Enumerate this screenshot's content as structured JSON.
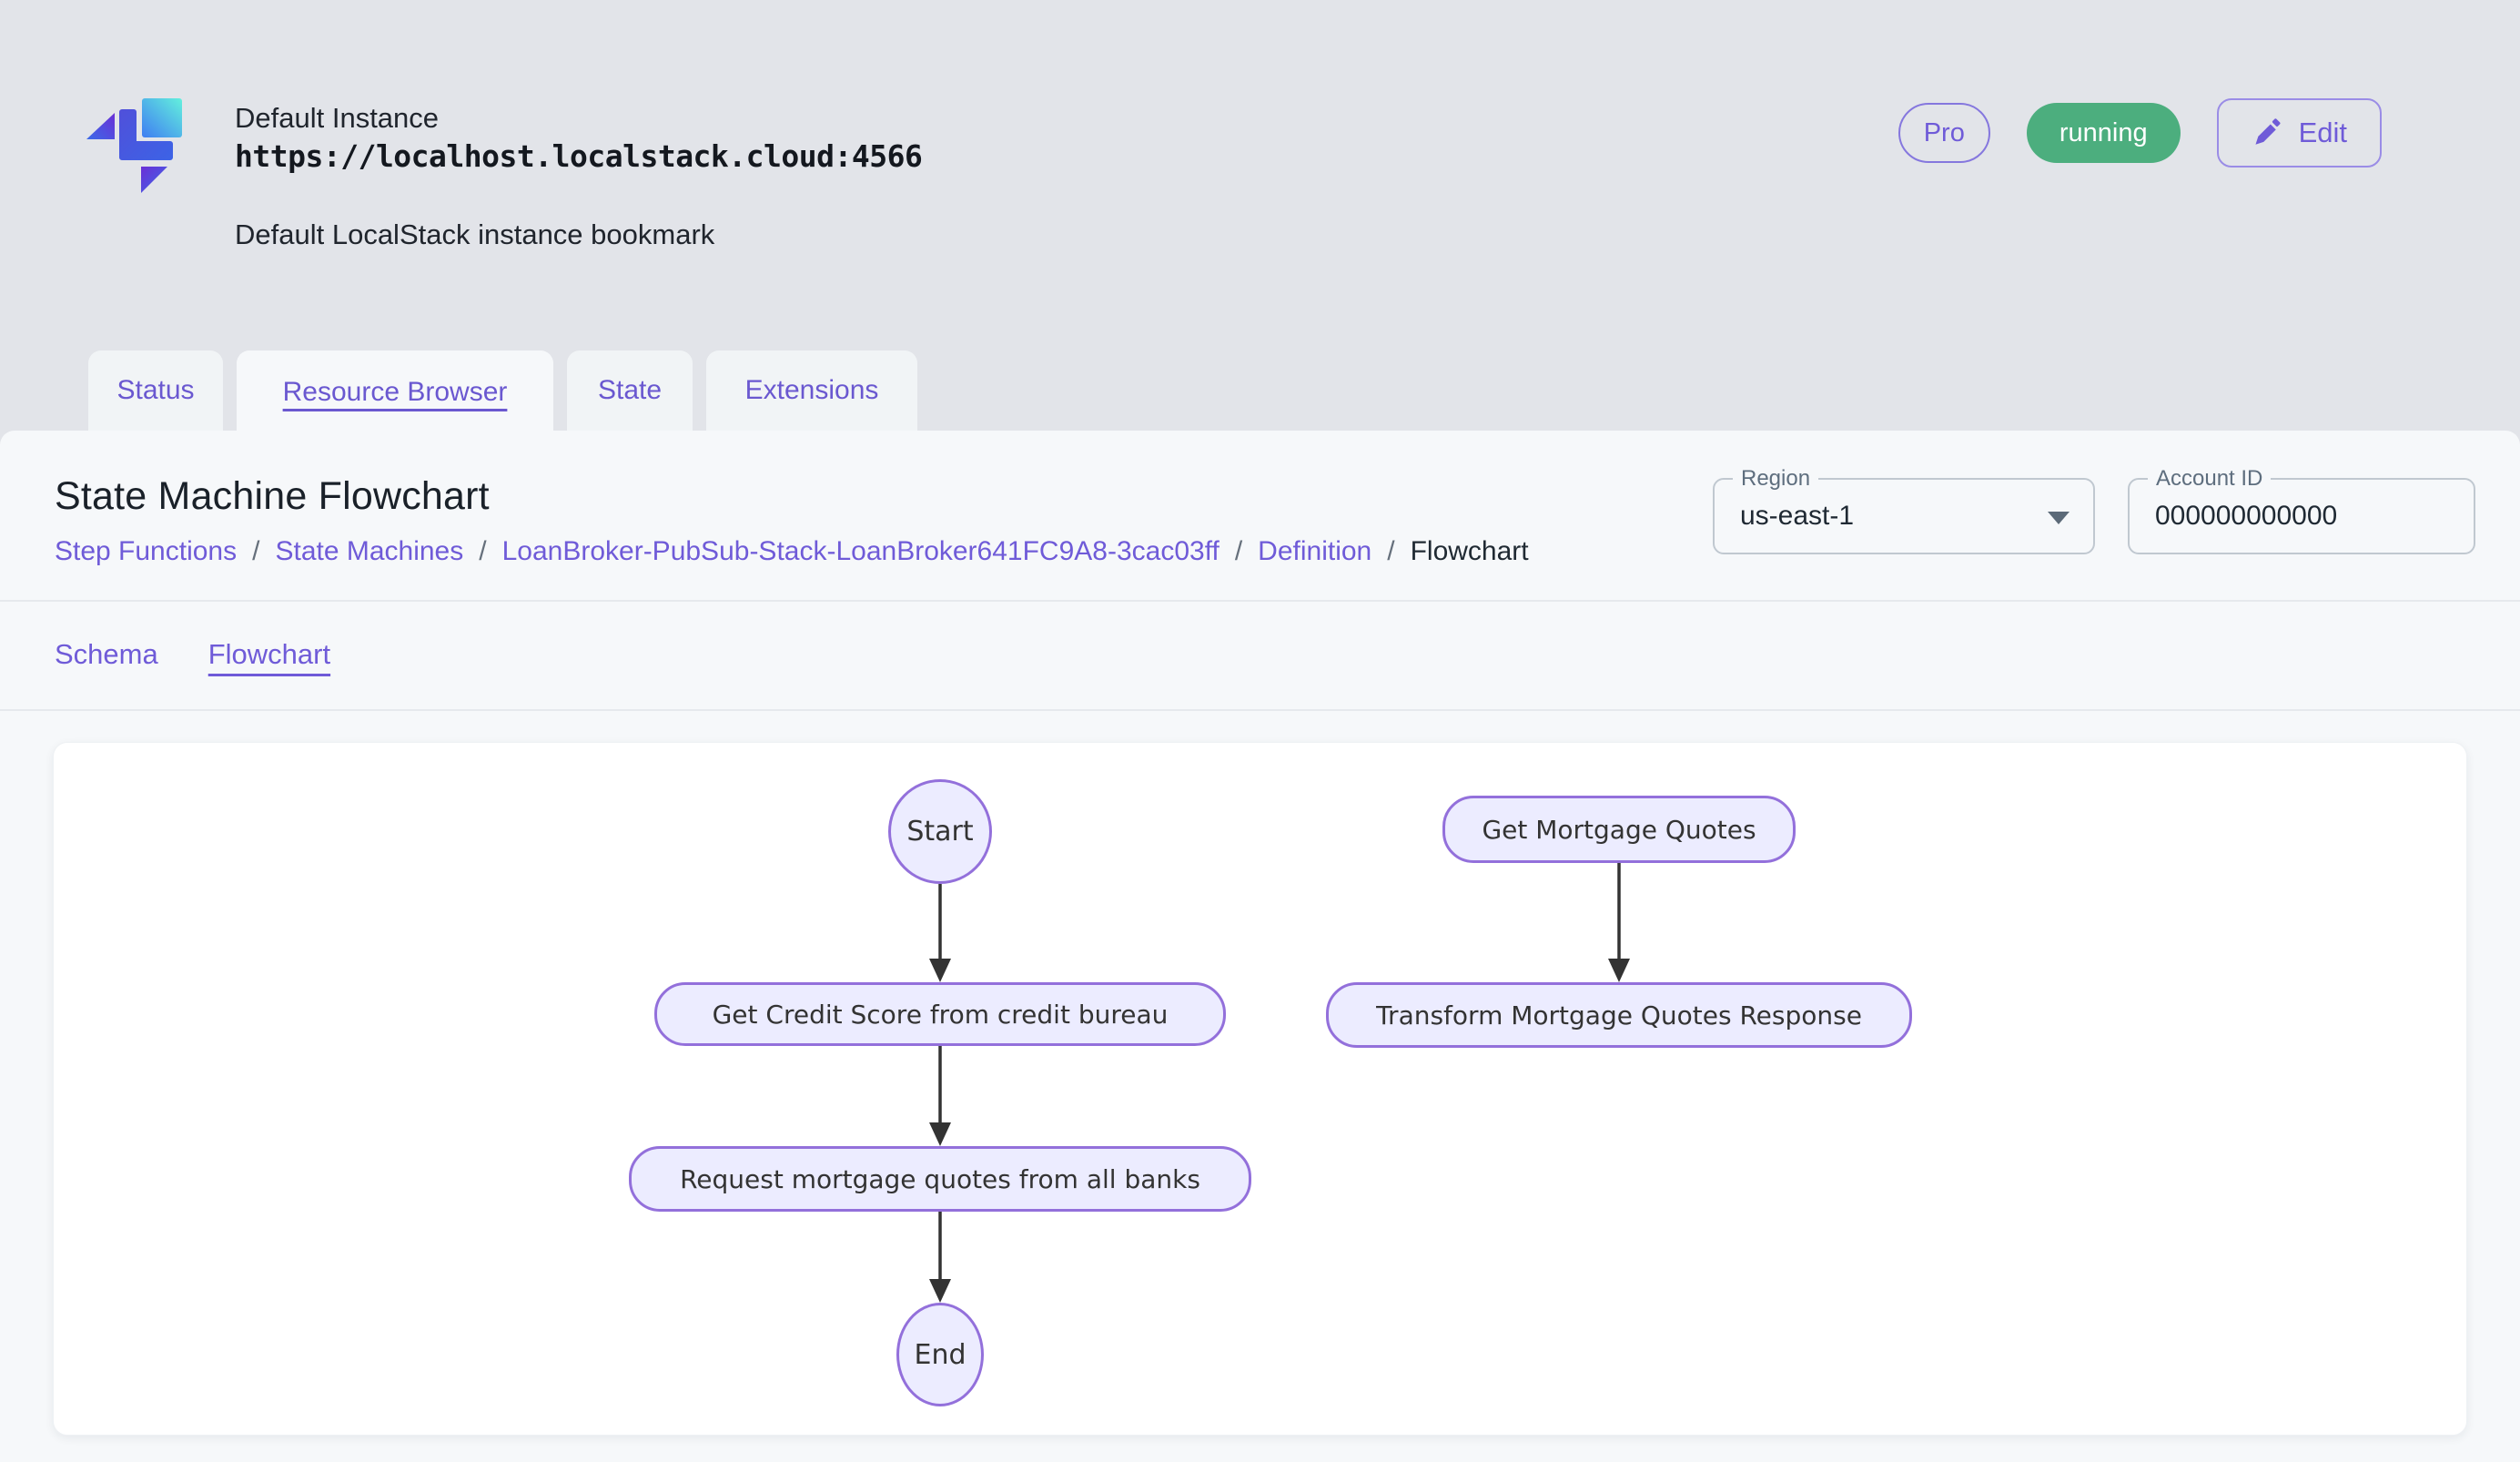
{
  "header": {
    "instance_name": "Default Instance",
    "instance_url": "https://localhost.localstack.cloud:4566",
    "instance_description": "Default LocalStack instance bookmark",
    "pro_badge": "Pro",
    "status_badge": "running",
    "edit_button": "Edit"
  },
  "tabs": [
    {
      "label": "Status",
      "active": false
    },
    {
      "label": "Resource Browser",
      "active": true
    },
    {
      "label": "State",
      "active": false
    },
    {
      "label": "Extensions",
      "active": false
    }
  ],
  "page": {
    "title": "State Machine Flowchart",
    "breadcrumb_separator": "/",
    "breadcrumbs": [
      {
        "label": "Step Functions",
        "current": false
      },
      {
        "label": "State Machines",
        "current": false
      },
      {
        "label": "LoanBroker-PubSub-Stack-LoanBroker641FC9A8-3cac03ff",
        "current": false
      },
      {
        "label": "Definition",
        "current": false
      },
      {
        "label": "Flowchart",
        "current": true
      }
    ],
    "region_field": {
      "label": "Region",
      "value": "us-east-1"
    },
    "account_field": {
      "label": "Account ID",
      "value": "000000000000"
    },
    "subtabs": [
      {
        "label": "Schema",
        "active": false
      },
      {
        "label": "Flowchart",
        "active": true
      }
    ]
  },
  "flowchart": {
    "nodes": [
      {
        "id": "start",
        "label": "Start",
        "shape": "ellipse"
      },
      {
        "id": "credit",
        "label": "Get Credit Score from credit bureau",
        "shape": "rounded"
      },
      {
        "id": "request",
        "label": "Request mortgage quotes from all banks",
        "shape": "rounded"
      },
      {
        "id": "end",
        "label": "End",
        "shape": "ellipse"
      },
      {
        "id": "quotes",
        "label": "Get Mortgage Quotes",
        "shape": "rounded"
      },
      {
        "id": "transform",
        "label": "Transform Mortgage Quotes Response",
        "shape": "rounded"
      }
    ],
    "edges": [
      {
        "from": "start",
        "to": "credit"
      },
      {
        "from": "credit",
        "to": "request"
      },
      {
        "from": "request",
        "to": "end"
      },
      {
        "from": "quotes",
        "to": "transform"
      }
    ]
  },
  "colors": {
    "accent_purple": "#6f5bd8",
    "badge_green": "#4cae7e",
    "node_fill": "#ececff",
    "node_stroke": "#9370db",
    "arrow": "#333333",
    "header_background": "#e2e4e9",
    "panel_background": "#f6f8fa"
  }
}
